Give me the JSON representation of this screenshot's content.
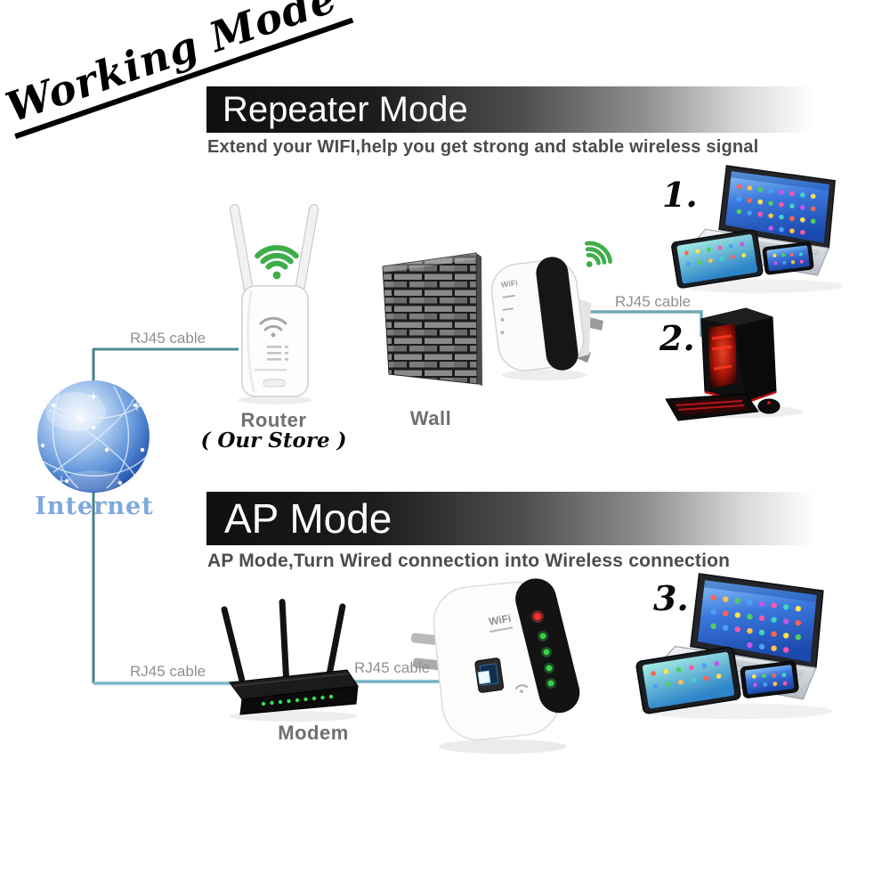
{
  "title": {
    "working_mode": "Working Mode"
  },
  "sections": {
    "repeater": {
      "banner": "Repeater Mode",
      "subtitle": "Extend your WIFI,help you get strong and stable wireless signal",
      "step_laptop": "1.",
      "step_pc": "2."
    },
    "ap": {
      "banner": "AP Mode",
      "subtitle": "AP Mode,Turn Wired connection into Wireless connection",
      "step_devices": "3."
    }
  },
  "devices": {
    "router": {
      "label": "Router",
      "sublabel": "( Our Store )"
    },
    "wall": {
      "label": "Wall"
    },
    "modem": {
      "label": "Modem"
    },
    "repeater_logo": "WiFi"
  },
  "internet": {
    "label": "Internet"
  },
  "cables": {
    "rj45_label": "RJ45 cable"
  },
  "icons": {
    "wifi_signal_icon": "three green arcs with dot",
    "internet_globe_icon": "blue network sphere"
  },
  "colors": {
    "wifi_green": "#3fae49",
    "cable_teal": "#4e8d93",
    "cable_light_blue": "#a7d2dc",
    "banner_black": "#101010",
    "subtitle_gray": "#4c4c4c",
    "label_gray": "#707070",
    "rj45_label_gray": "#8f8f8f",
    "internet_blue": "#7fa8dc",
    "screen_blue": "#2f6fd8",
    "led_green": "#35d04a",
    "led_red": "#ff2f2f",
    "pc_accent_red": "#c41808"
  }
}
